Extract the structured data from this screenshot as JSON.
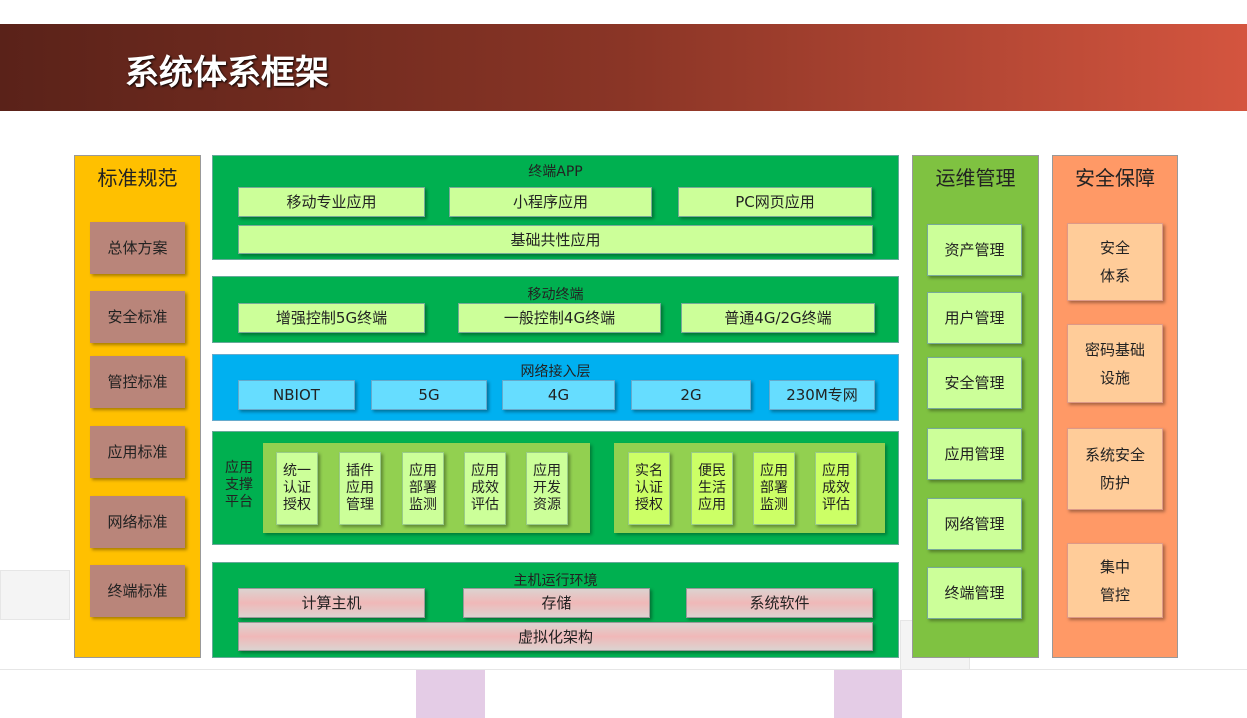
{
  "title": "系统体系框架",
  "standards": {
    "title": "标准规范",
    "items": [
      "总体方案",
      "安全标准",
      "管控标准",
      "应用标准",
      "网络标准",
      "终端标准"
    ]
  },
  "app": {
    "title": "终端APP",
    "items": [
      "移动专业应用",
      "小程序应用",
      "PC网页应用"
    ],
    "base": "基础共性应用"
  },
  "mobile": {
    "title": "移动终端",
    "items": [
      "增强控制5G终端",
      "一般控制4G终端",
      "普通4G/2G终端"
    ]
  },
  "network": {
    "title": "网络接入层",
    "items": [
      "NBIOT",
      "5G",
      "4G",
      "2G",
      "230M专网"
    ]
  },
  "platform": {
    "title": "应用支撑平台",
    "group1": [
      "统一认证授权",
      "插件应用管理",
      "应用部署监测",
      "应用成效评估",
      "应用开发资源"
    ],
    "group2": [
      "实名认证授权",
      "便民生活应用",
      "应用部署监测",
      "应用成效评估"
    ]
  },
  "host": {
    "title": "主机运行环境",
    "items": [
      "计算主机",
      "存储",
      "系统软件"
    ],
    "base": "虚拟化架构"
  },
  "ops": {
    "title": "运维管理",
    "items": [
      "资产管理",
      "用户管理",
      "安全管理",
      "应用管理",
      "网络管理",
      "终端管理"
    ]
  },
  "security": {
    "title": "安全保障",
    "items": [
      "安全\n体系",
      "密码基础\n设施",
      "系统安全\n防护",
      "集中\n管控"
    ]
  }
}
